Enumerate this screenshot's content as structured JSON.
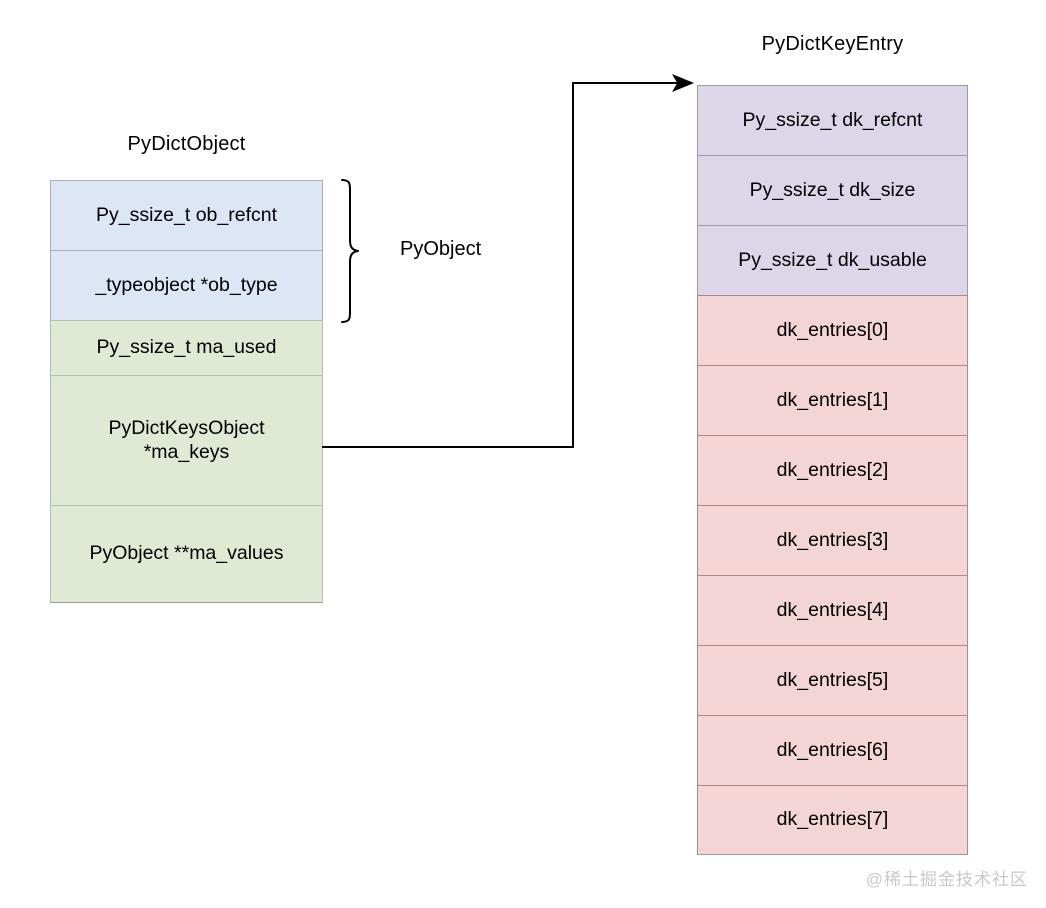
{
  "diagram": {
    "background": "#ffffff",
    "left_struct": {
      "title": "PyDictObject",
      "fields": [
        {
          "label": "Py_ssize_t ob_refcnt",
          "fill": "#dce6f4",
          "height": 70
        },
        {
          "label": "_typeobject *ob_type",
          "fill": "#dce6f4",
          "height": 70
        },
        {
          "label": "Py_ssize_t ma_used",
          "fill": "#dfe9d4",
          "height": 55
        },
        {
          "label": "PyDictKeysObject\n*ma_keys",
          "fill": "#dfe9d4",
          "height": 130
        },
        {
          "label": "PyObject **ma_values",
          "fill": "#dfe9d4",
          "height": 98
        }
      ]
    },
    "right_struct": {
      "title": "PyDictKeyEntry",
      "fields": [
        {
          "label": "Py_ssize_t dk_refcnt",
          "fill": "#dcd6e8",
          "height": 70
        },
        {
          "label": "Py_ssize_t dk_size",
          "fill": "#dcd6e8",
          "height": 70
        },
        {
          "label": "Py_ssize_t dk_usable",
          "fill": "#dcd6e8",
          "height": 70
        },
        {
          "label": "dk_entries[0]",
          "fill": "#f2d5d4",
          "height": 70
        },
        {
          "label": "dk_entries[1]",
          "fill": "#f2d5d4",
          "height": 70
        },
        {
          "label": "dk_entries[2]",
          "fill": "#f2d5d4",
          "height": 70
        },
        {
          "label": "dk_entries[3]",
          "fill": "#f2d5d4",
          "height": 70
        },
        {
          "label": "dk_entries[4]",
          "fill": "#f2d5d4",
          "height": 70
        },
        {
          "label": "dk_entries[5]",
          "fill": "#f2d5d4",
          "height": 70
        },
        {
          "label": "dk_entries[6]",
          "fill": "#f2d5d4",
          "height": 70
        },
        {
          "label": "dk_entries[7]",
          "fill": "#f2d5d4",
          "height": 70
        }
      ]
    },
    "brace": {
      "label": "PyObject",
      "covers": [
        "Py_ssize_t ob_refcnt",
        "_typeobject *ob_type"
      ]
    },
    "connector": {
      "from_field": "PyDictKeysObject *ma_keys",
      "to_field": "Py_ssize_t dk_refcnt",
      "stroke": "#000000",
      "arrowhead": "filled-triangle"
    },
    "watermark": "@稀土掘金技术社区"
  }
}
